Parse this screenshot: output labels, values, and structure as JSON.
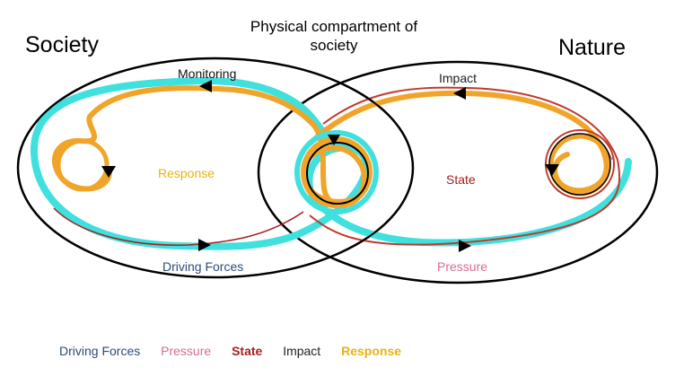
{
  "titles": {
    "society": "Society",
    "nature": "Nature",
    "physical_compartment": "Physical compartment of society"
  },
  "labels": {
    "monitoring": "Monitoring",
    "impact": "Impact",
    "response": "Response",
    "state": "State",
    "driving_forces": "Driving Forces",
    "pressure": "Pressure"
  },
  "legend": [
    {
      "label": "Driving Forces",
      "color": "#2e4a7a"
    },
    {
      "label": "Pressure",
      "color": "#d86b95"
    },
    {
      "label": "State",
      "color": "#a51f1f"
    },
    {
      "label": "Impact",
      "color": "#222222"
    },
    {
      "label": "Response",
      "color": "#e9b312"
    }
  ],
  "colors": {
    "driving_forces": "#2e4a7a",
    "pressure": "#d86b95",
    "state": "#a51f1f",
    "impact": "#222222",
    "response": "#e9b312",
    "cyan_path": "#3fe0de",
    "orange_path": "#f0a52a",
    "red_path": "#c0392b",
    "outline": "#000000"
  }
}
